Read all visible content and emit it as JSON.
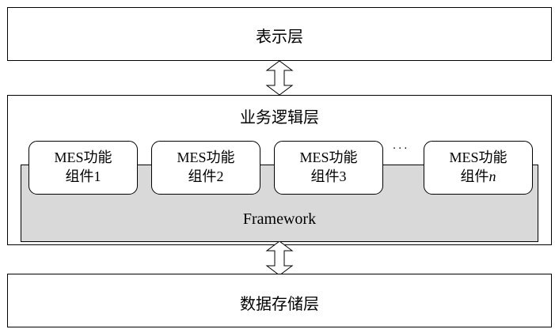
{
  "layers": {
    "presentation": "表示层",
    "business": "业务逻辑层",
    "storage": "数据存储层"
  },
  "framework_label": "Framework",
  "components": [
    {
      "line1": "MES功能",
      "line2": "组件1",
      "suffix": ""
    },
    {
      "line1": "MES功能",
      "line2": "组件2",
      "suffix": ""
    },
    {
      "line1": "MES功能",
      "line2": "组件3",
      "suffix": ""
    },
    {
      "line1": "MES功能",
      "line2": "组件",
      "suffix": "n"
    }
  ],
  "ellipsis": "···"
}
